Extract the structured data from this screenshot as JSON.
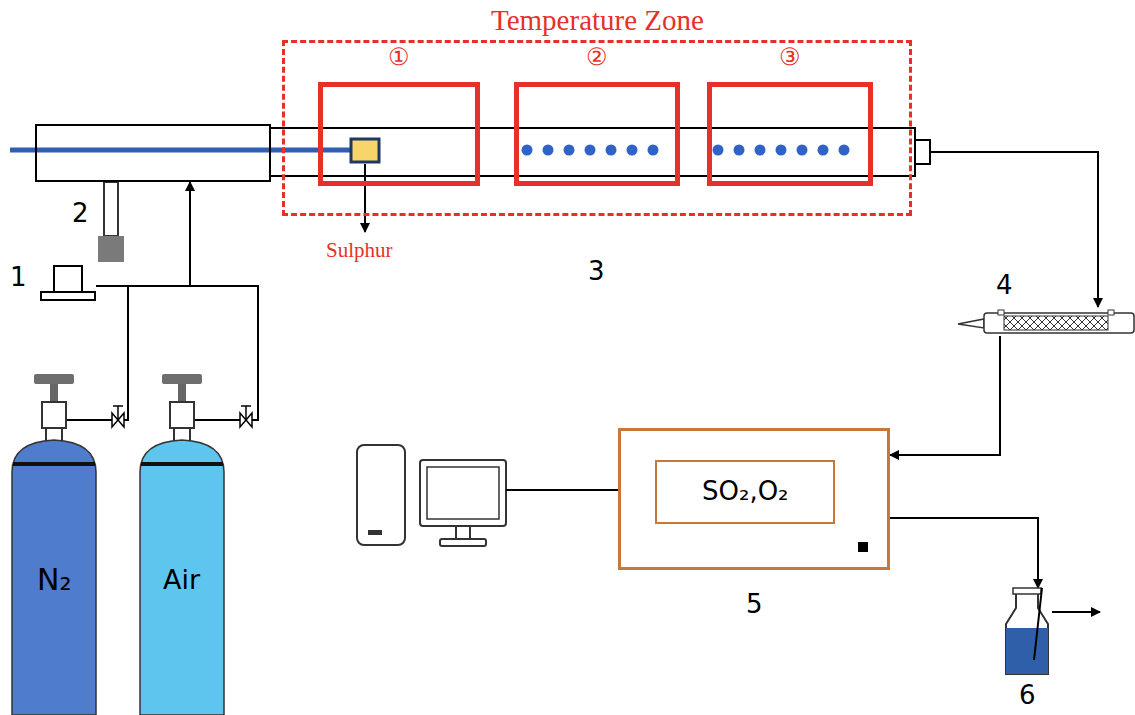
{
  "diagram": {
    "nodes": [
      {
        "text": [
          "Temperature Zone"
        ]
      },
      {
        "text": [
          "①"
        ],
        "in": 0
      },
      {
        "text": [
          "②"
        ],
        "in": 0
      },
      {
        "text": [
          "③"
        ],
        "in": 0
      },
      {
        "text": [
          "N₂"
        ]
      },
      {
        "text": [
          "Air"
        ]
      },
      {
        "text": [
          "1"
        ]
      },
      {
        "text": [
          "2"
        ]
      },
      {
        "text": [
          "4"
        ]
      },
      {
        "text": [
          "5"
        ]
      },
      {
        "text": [
          "SO₂,O₂"
        ],
        "in": 9
      },
      {
        "text": [
          "6"
        ]
      }
    ],
    "edges": [
      {
        "from": 4,
        "to": 6,
        "arrow": "none"
      },
      {
        "from": 5,
        "to": 6,
        "arrow": "none"
      },
      {
        "from": 6,
        "to": 7,
        "arrow": "to"
      },
      {
        "from": 8,
        "to": 9,
        "arrow": "to"
      },
      {
        "from": 9,
        "to": 11,
        "arrow": "to"
      }
    ],
    "labels": [
      "Sulphur",
      "3"
    ]
  }
}
